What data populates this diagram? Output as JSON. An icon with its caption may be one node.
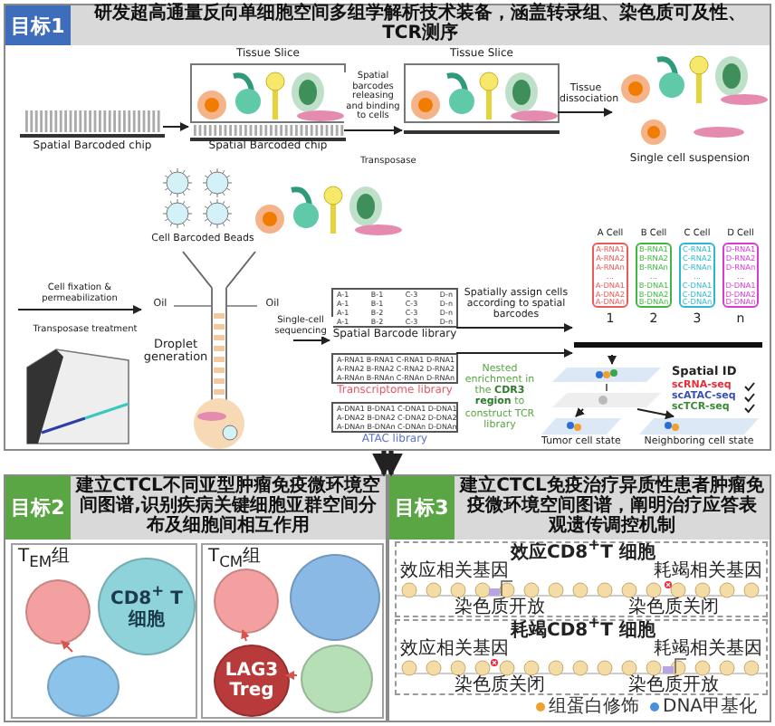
{
  "diagram": {
    "nodes": [
      {
        "text": [
          "目标1",
          "研发超高通量反向单细胞空间多组学解析技术装备，涵盖转录组、染色质可及性、TCR测序"
        ]
      },
      {
        "text": [
          "Spatial Barcoded chip"
        ],
        "in": 0
      },
      {
        "text": [
          "Tissue Slice",
          "Spatial Barcoded chip"
        ],
        "in": 0
      },
      {
        "text": [
          "Tissue Slice"
        ],
        "in": 0
      },
      {
        "text": [
          "Single cell suspension"
        ],
        "in": 0
      },
      {
        "text": [
          "Cell Barcoded Beads"
        ],
        "in": 0
      },
      {
        "text": [
          "Transposase"
        ],
        "in": 0
      },
      {
        "text": [],
        "shape": "picture",
        "in": 0
      },
      {
        "text": [
          "Oil",
          "Oil",
          "Droplet generation"
        ],
        "in": 0
      },
      {
        "text": [
          "A-1 B-1 C-3 D-n",
          "A-1 B-1 C-3 D-n",
          "A-1 B-2 C-3 D-n",
          "A-1 B-2 C-3 D-n",
          "Spatial Barcode library"
        ],
        "in": 0
      },
      {
        "text": [
          "A-RNA1 B-RNA1 C-RNA1 D-RNA1",
          "A-RNA2 B-RNA2 C-RNA2 D-RNA2",
          "A-RNAn B-RNAn C-RNAn D-RNAn",
          "Transcriptome library"
        ],
        "in": 0
      },
      {
        "text": [
          "A-DNA1 B-DNA1 C-DNA1 D-DNA1",
          "A-DNA2 B-DNA2 C-DNA2 D-DNA2",
          "A-DNAn B-DNAn C-DNAn D-DNAn",
          "ATAC library"
        ],
        "in": 0
      },
      {
        "text": [
          "A Cell",
          "B Cell",
          "C Cell",
          "D Cell",
          "A-RNA1 A-RNA2 A-RNAn ... A-DNA1 A-DNA2 A-DNAn",
          "B-RNA1 B-RNA2 B-RNAn ... B-DNA1 B-DNA2 B-DNAn",
          "C-RNA1 C-RNA2 C-RNAn ... C-DNA1 C-DNA2 C-DNAn",
          "D-RNA1 D-RNA2 D-RNAn ... D-DNA1 D-DNA2 D-DNAn",
          "1",
          "2",
          "3",
          "n"
        ],
        "in": 0
      },
      {
        "text": [
          "Spatial ID",
          "scRNA-seq",
          "scATAC-seq",
          "scTCR-seq"
        ],
        "in": 0
      },
      {
        "text": [
          "Tumor cell state"
        ],
        "in": 0
      },
      {
        "text": [
          "Neighboring cell state"
        ],
        "in": 0
      },
      {
        "text": [
          "目标2",
          "建立CTCL不同亚型肿瘤免疫微环境空间图谱,识别疾病关键细胞亚群空间分布及细胞间相互作用"
        ]
      },
      {
        "text": [
          "T$_{EM}$组"
        ],
        "in": 16
      },
      {
        "text": [],
        "shape": "circle",
        "in": 17
      },
      {
        "text": [
          "CD8$^{+}$ T细胞"
        ],
        "in": 17
      },
      {
        "text": [],
        "shape": "circle",
        "in": 17
      },
      {
        "text": [
          "T$_{CM}$组"
        ],
        "in": 16
      },
      {
        "text": [],
        "shape": "circle",
        "in": 21
      },
      {
        "text": [],
        "shape": "circle",
        "in": 21
      },
      {
        "text": [],
        "shape": "circle",
        "in": 21
      },
      {
        "text": [
          "LAG3 Treg"
        ],
        "in": 21
      },
      {
        "text": [
          "目标3",
          "建立CTCL免疫治疗异质性患者肿瘤免疫微环境空间图谱，阐明治疗应答表观遗传调控机制"
        ]
      },
      {
        "text": [
          "效应CD8$^{+}$T 细胞",
          "效应相关基因",
          "染色质开放",
          "耗竭相关基因",
          "染色质关闭"
        ],
        "in": 26
      },
      {
        "text": [
          "耗竭CD8$^{+}$T 细胞",
          "效应相关基因",
          "染色质关闭",
          "耗竭相关基因",
          "染色质开放"
        ],
        "in": 26
      }
    ],
    "edges": [
      {
        "from": 1,
        "to": 2,
        "arrow": "to"
      },
      {
        "from": 2,
        "to": 3,
        "arrow": "to",
        "label": "Spatial barcodes releasing and binding to cells"
      },
      {
        "from": 3,
        "to": 4,
        "arrow": "to",
        "label": "Tissue dissociation"
      },
      {
        "from": null,
        "to": 8,
        "arrow": "to",
        "label": "Cell fixation & permeabilization"
      },
      {
        "from": 8,
        "to": 9,
        "arrow": "to",
        "label": "Single-cell sequencing"
      },
      {
        "from": 9,
        "to": 12,
        "arrow": "to",
        "label": "Spatially assign cells according to spatial barcodes"
      },
      {
        "from": 10,
        "to": 12,
        "arrow": "to"
      },
      {
        "from": 12,
        "to": 13,
        "arrow": "to"
      },
      {
        "from": 13,
        "to": 14,
        "arrow": "to"
      },
      {
        "from": 13,
        "to": 15,
        "arrow": "to"
      },
      {
        "from": 0,
        "to": 16,
        "arrow": "to",
        "style": "thick"
      },
      {
        "from": 0,
        "to": 26,
        "arrow": "to",
        "style": "thick"
      },
      {
        "from": 20,
        "to": 18,
        "arrow": "to",
        "color": "#d9534f"
      },
      {
        "from": 25,
        "to": 22,
        "arrow": "to",
        "color": "#d9534f"
      },
      {
        "from": 24,
        "to": 25,
        "arrow": "to",
        "color": "#d9534f"
      }
    ],
    "labels": [
      "Transposase treatment",
      "Nested enrichment in the **CDR3 region** to construct TCR library"
    ],
    "legend": [
      {
        "text": "组蛋白修饰",
        "color": "#f0a030"
      },
      {
        "text": "DNA甲基化",
        "color": "#4a90d9"
      }
    ]
  }
}
